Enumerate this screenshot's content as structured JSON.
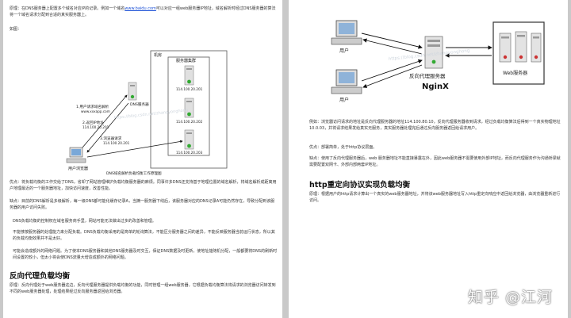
{
  "left": {
    "p1_before": "原理：在DNS服务器上配置多个域名对应IP的记录。例如一个域名",
    "p1_link": "www.baidu.com",
    "p1_after": "可以对应一组web服务器IP地址，域名解析时经过DNS服务器的算法将一个域名请求分配到合适的真实服务器上。",
    "p2": "如图：",
    "diagram": {
      "room_label": "机房",
      "cluster_label": "服务器集群",
      "dns_label": "DNS服务器",
      "browser_label": "用户浏览器",
      "caption": "DNS域名解析负载均衡工作原理图",
      "step1": "1.用户请求域名解析",
      "step1_domain": "www.xxxapp.com",
      "step2": "2.返回IP地址",
      "step2_ip": "114.100.20.201",
      "step3": "3.浏览器请求",
      "step3_ip": "114.100.20.201",
      "ips": [
        "114.100.20.201",
        "114.100.20.202",
        "114.100.20.203"
      ],
      "watermark": "https://blog.csdn.net/zhangyonghong"
    },
    "p3": "优点：将负载均衡的工作交给了DNS，省却了网站管理维护负载均衡服务器的麻烦。同事许多DNS还支持基于地理位置的域名解析，将域名解析成距离用户地理最近的一个服务器地址，加快访问速度，改善性能。",
    "p4": "缺点：目前的DNS解析是多级解析，每一级DNS都可能化缓存记录A，当摘一服务器下线后，该服务器对应的DNS记录A可能仍然存在，导致分配到该服务器的用户访问失败。",
    "p5": "DNS负载均衡的控制权在域名服务商手里，网站可能无法做出过多的改善和管理。",
    "p6": "不能够按服务器的处理能力来分配负载。DNS负载均衡采用的是简单的轮询算法，不能区分服务器之间的差异，不能反映服务器当前运行状态，所以其的负载均衡效果并不是太好。",
    "p7": "可能会造成额外的网络问题。为了使本DNS服务器和其他DNS服务器及时交互，保证DNS数据及时更新，使地址能随机分配，一般都要将DNS的刷新时间设置的较小，但太小将会使DNS流量大增造成额外的网络问题。",
    "heading": "反向代理负载均衡",
    "p8": "原理：反向代理处于web服务器这边，反向代理服务器提供负载均衡的功能，同时管理一组web服务器，它根据负载均衡算法将请求的浏览器访问转发到不同的web服务器处理，处理结果经过反向服务器返回给浏览器。"
  },
  "right": {
    "diagram": {
      "user1": "用户",
      "user2": "用户",
      "proxy_label": "反向代理服务器",
      "nginx_label": "NginX",
      "web_label": "Web服务器",
      "watermark": "https://blog.csdn.net/zhangyonghong"
    },
    "p1": "例如：浏览器访问请求的地址是反向代理服务器的地址114.100.80.10，反向代理服务器收到请求，经过负载均衡算法后得到一个真实物理地址10.0.03，并将请求结果发给真实无服务，真实服务器处理完后通过反向服务器返回给请求用户。",
    "p2": "优点：部署简单，处于http协议层面。",
    "p3": "缺点：使用了反向代理服务器后，web 服务器地址不能直接暴露在外，因此web服务器不需要使用外部IP地址，而反向代理服务作为沟通桥梁就需要配置双网卡、外部内部两套IP地址。",
    "heading": "http重定向协议实现负载均衡",
    "p4": "原理：根据用户的http请求计算出一个真实的web服务器地址，并将该web服务器地址写入http重定向响应中返回给浏览器，由浏览器重新进行访问。",
    "zhihu_watermark": "知乎 @江河"
  },
  "colors": {
    "link": "#1a4fd6",
    "arrow": "#111111",
    "text": "#333333"
  }
}
